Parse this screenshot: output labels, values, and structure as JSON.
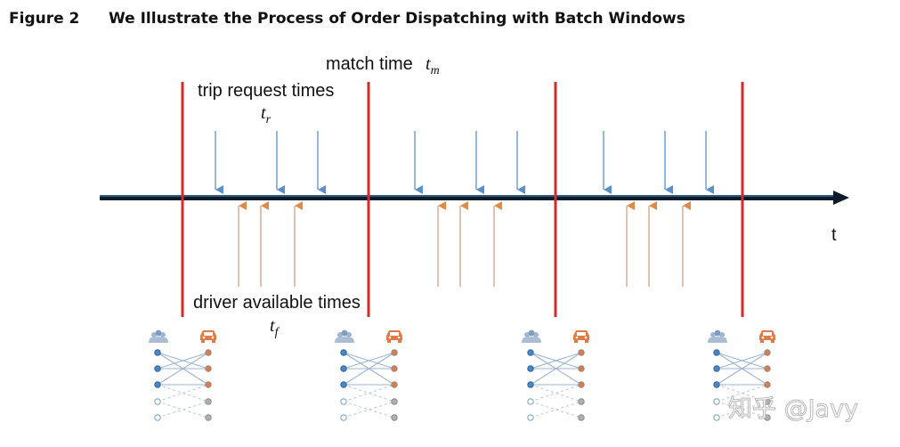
{
  "caption": {
    "figure_label": "Figure 2",
    "title": "We Illustrate the Process of Order Dispatching with Batch Windows"
  },
  "labels": {
    "match_time": "match time",
    "match_symbol": "t",
    "match_sub": "m",
    "trip_request": "trip request times",
    "trip_symbol": "t",
    "trip_sub": "r",
    "driver_available": "driver available times",
    "driver_symbol": "t",
    "driver_sub": "f",
    "axis_label": "t"
  },
  "watermark": "知乎 @Javy",
  "colors": {
    "timeline": "#0d1b2a",
    "boundary": "#d42a2a",
    "request_arrow": "#5a90c8",
    "driver_arrow": "#e08a4a",
    "rider_node": "#4a86c4",
    "driver_node": "#e07b45",
    "pending_node": "#9a9a9a"
  },
  "icons": {
    "rider": "rider-group-icon",
    "driver": "car-icon"
  },
  "matching": {
    "rider_count": 5,
    "driver_count": 5,
    "active_riders": 3,
    "active_drivers": 3
  }
}
